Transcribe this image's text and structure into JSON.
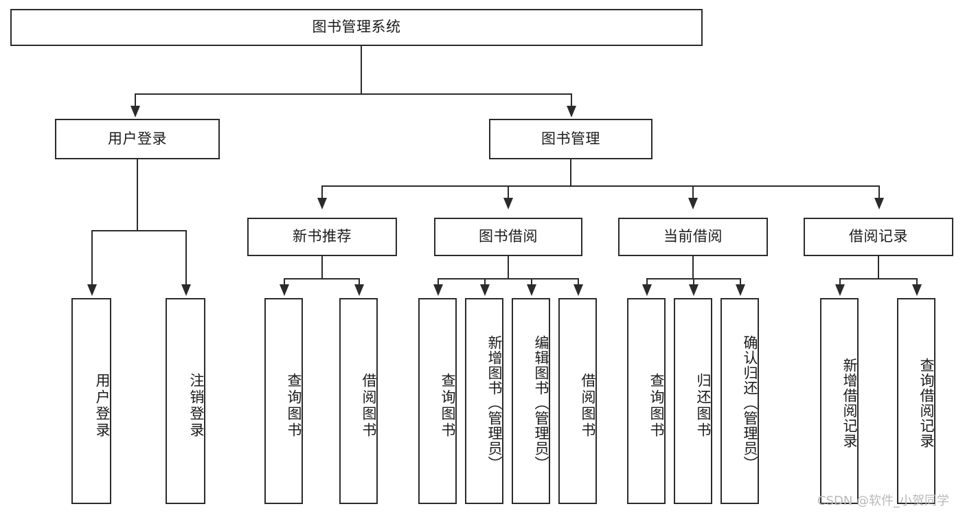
{
  "diagram": {
    "title": "图书管理系统",
    "type": "tree-hierarchy",
    "root": {
      "id": "root",
      "label": "图书管理系统"
    },
    "level1": [
      {
        "id": "user-login",
        "label": "用户登录"
      },
      {
        "id": "book-manage",
        "label": "图书管理"
      }
    ],
    "level2": [
      {
        "id": "new-book-rec",
        "label": "新书推荐",
        "parent": "book-manage"
      },
      {
        "id": "book-borrow",
        "label": "图书借阅",
        "parent": "book-manage"
      },
      {
        "id": "current-borrow",
        "label": "当前借阅",
        "parent": "book-manage"
      },
      {
        "id": "borrow-record",
        "label": "借阅记录",
        "parent": "book-manage"
      }
    ],
    "leaves": {
      "user_login": [
        {
          "id": "leaf-user-login",
          "label": "用户登录"
        },
        {
          "id": "leaf-logout",
          "label": "注销登录"
        }
      ],
      "new_book_rec": [
        {
          "id": "leaf-query-book-1",
          "label": "查询图书"
        },
        {
          "id": "leaf-borrow-book-1",
          "label": "借阅图书"
        }
      ],
      "book_borrow": [
        {
          "id": "leaf-query-book-2",
          "label": "查询图书"
        },
        {
          "id": "leaf-add-book",
          "label": "新增图书（管理员）"
        },
        {
          "id": "leaf-edit-book",
          "label": "编辑图书（管理员）"
        },
        {
          "id": "leaf-borrow-book-2",
          "label": "借阅图书"
        }
      ],
      "current_borrow": [
        {
          "id": "leaf-query-book-3",
          "label": "查询图书"
        },
        {
          "id": "leaf-return-book",
          "label": "归还图书"
        },
        {
          "id": "leaf-confirm-return",
          "label": "确认归还（管理员）"
        }
      ],
      "borrow_record": [
        {
          "id": "leaf-add-record",
          "label": "新增借阅记录"
        },
        {
          "id": "leaf-query-record",
          "label": "查询借阅记录"
        }
      ]
    }
  },
  "watermark": {
    "text": "CSDN @软件_小贺同学"
  },
  "colors": {
    "stroke": "#2b2b2b",
    "fill": "#ffffff",
    "text": "#1b1b1b",
    "watermark": "#b9b9b9"
  }
}
